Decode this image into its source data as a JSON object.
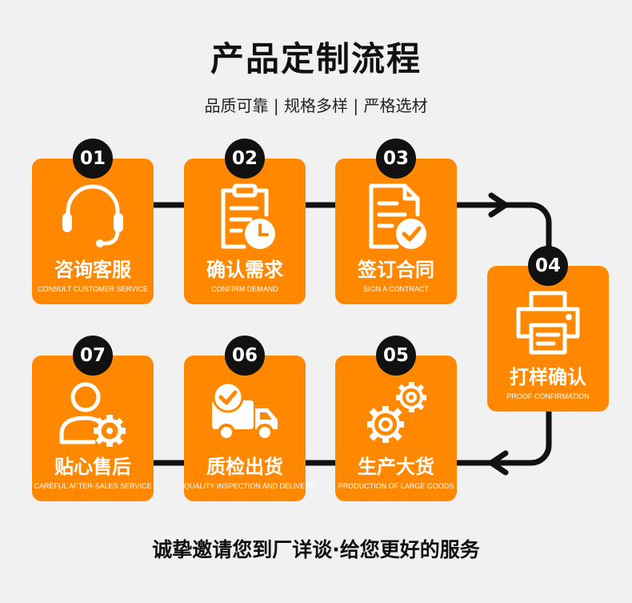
{
  "header": {
    "title": "产品定制流程",
    "subtitle": "品质可靠 | 规格多样 | 严格选材"
  },
  "steps": [
    {
      "number": "01",
      "label": "咨询客服",
      "en": "CONSULT CUSTOMER SERVICE",
      "icon": "headset-icon"
    },
    {
      "number": "02",
      "label": "确认需求",
      "en": "CONFIRM DEMAND",
      "icon": "clipboard-clock-icon"
    },
    {
      "number": "03",
      "label": "签订合同",
      "en": "SIGN A CONTRACT",
      "icon": "contract-check-icon"
    },
    {
      "number": "04",
      "label": "打样确认",
      "en": "PROOF CONFIRMATION",
      "icon": "printer-icon"
    },
    {
      "number": "05",
      "label": "生产大货",
      "en": "PRODUCTION OF LARGE GOODS",
      "icon": "gears-icon"
    },
    {
      "number": "06",
      "label": "质检出货",
      "en": "QUALITY INSPECTION AND DELIVERY",
      "icon": "delivery-truck-icon"
    },
    {
      "number": "07",
      "label": "贴心售后",
      "en": "CAREFUL AFTER-SALES SERVICE",
      "icon": "user-gear-icon"
    }
  ],
  "footer": {
    "slogan": "诚挚邀请您到厂详谈·给您更好的服务"
  },
  "colors": {
    "accent": "#ff8800",
    "background": "#f1f1f1",
    "connector": "#111111"
  }
}
